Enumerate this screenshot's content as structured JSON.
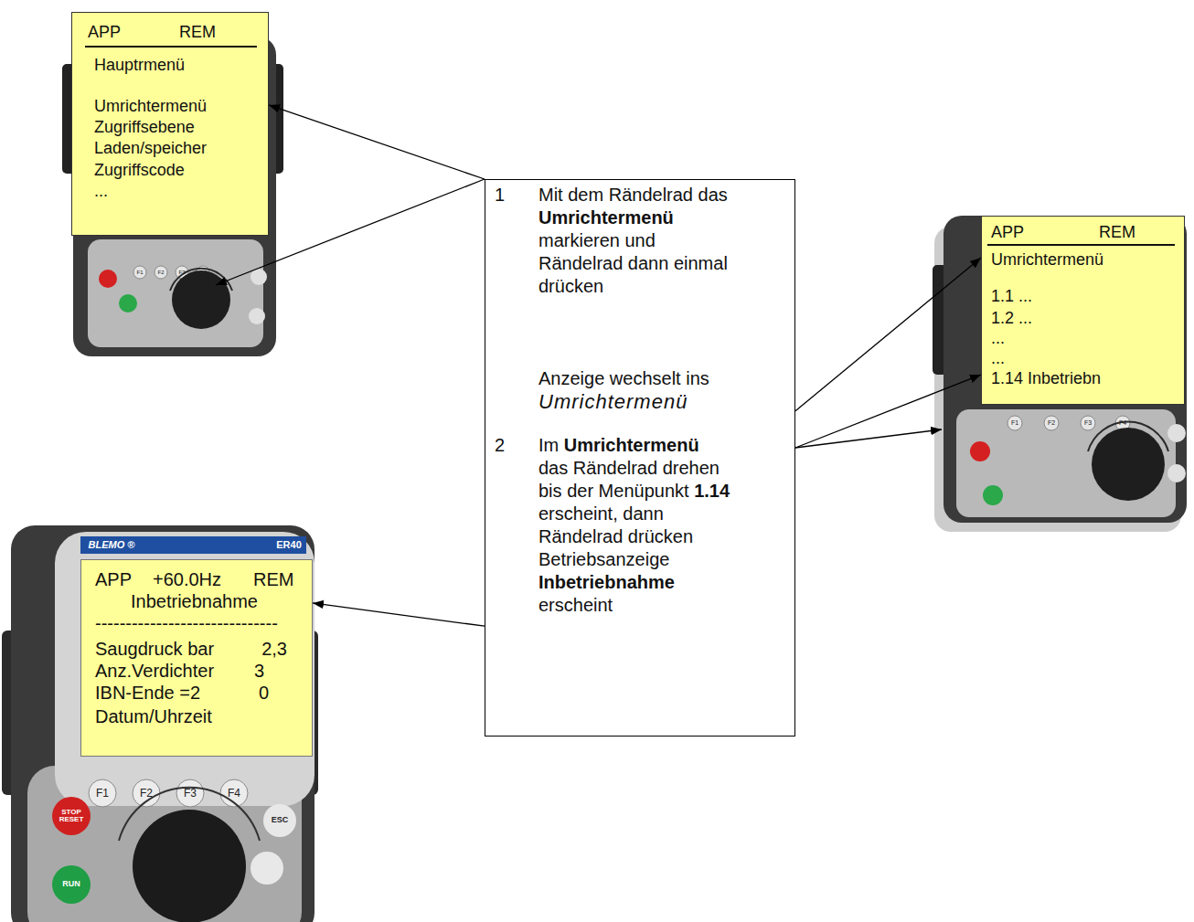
{
  "diagram": {
    "nodes": [
      {
        "text": [
          "APP",
          "REM",
          "Hauptrmenü",
          "Umrichtermenü",
          "Zugriffsebene",
          "Laden/speicher",
          "Zugriffscode",
          "..."
        ]
      },
      {
        "text": [
          "1",
          "Mit dem Rändelrad das Umrichtermenü markieren und Rändelrad dann einmal drücken",
          "Anzeige wechselt ins Umrichtermenü",
          "2",
          "Im Umrichtermenü das Rändelrad drehen bis der Menüpunkt 1.14 erscheint, dann Rändelrad drücken Betriebsanzeige Inbetriebnahme erscheint"
        ]
      },
      {
        "text": [
          "APP",
          "REM",
          "Umrichtermenü",
          "1.1 ...",
          "1.2 ...",
          "...",
          "...",
          "1.14 Inbetriebn"
        ]
      },
      {
        "text": [
          "APP",
          "+60.0Hz",
          "REM",
          "Inbetriebnahme",
          "------------------------------",
          "Saugdruck bar",
          "2,3",
          "Anz.Verdichter",
          "3",
          "IBN-Ende =2",
          "0",
          "Datum/Uhrzeit"
        ]
      }
    ],
    "edges": [
      {
        "from": 1,
        "to": 0,
        "arrow": "to"
      },
      {
        "from": 1,
        "to": 2,
        "arrow": "to"
      },
      {
        "from": 1,
        "to": 2,
        "arrow": "to"
      },
      {
        "from": 1,
        "to": 3,
        "arrow": "to"
      }
    ],
    "labels": [
      "F1",
      "F2",
      "F3",
      "F4",
      "F1",
      "F2",
      "F3",
      "F4",
      "BLEMO ®",
      "ER40",
      "F1",
      "F2",
      "F3",
      "F4",
      "STOP RESET",
      "RUN",
      "ESC"
    ]
  }
}
